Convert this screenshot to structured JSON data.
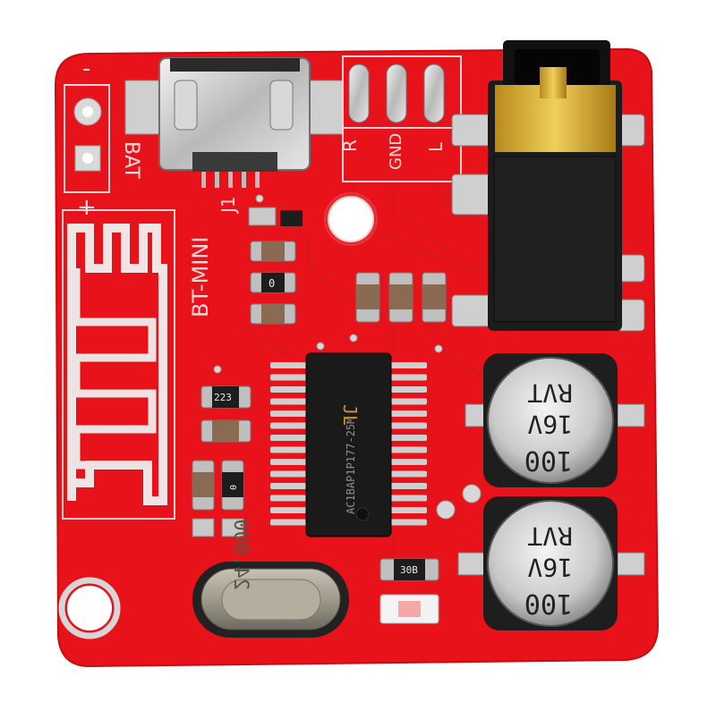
{
  "board": {
    "colors": {
      "pcb": "#e8131a",
      "pcb_dark": "#c80f15",
      "silkscreen": "#f5d7d7",
      "metal": "#cfcfcf",
      "black": "#1c1c1c"
    },
    "labels": {
      "bat": "BAT",
      "plus": "+",
      "minus": "-",
      "model": "BT-MINI",
      "j1": "J1",
      "right": "R",
      "gnd": "GND",
      "left": "L"
    },
    "chip": {
      "logo": "JL",
      "marking": "AC1BAP1P177-25M"
    },
    "resistors": {
      "r1": "0",
      "r2": "223",
      "r3": "0",
      "r4": "30B"
    },
    "crystal": {
      "marking": "24.000"
    },
    "capacitors": [
      {
        "brand": "RVT",
        "voltage": "16V",
        "value": "100"
      },
      {
        "brand": "RVT",
        "voltage": "16V",
        "value": "100"
      }
    ]
  }
}
